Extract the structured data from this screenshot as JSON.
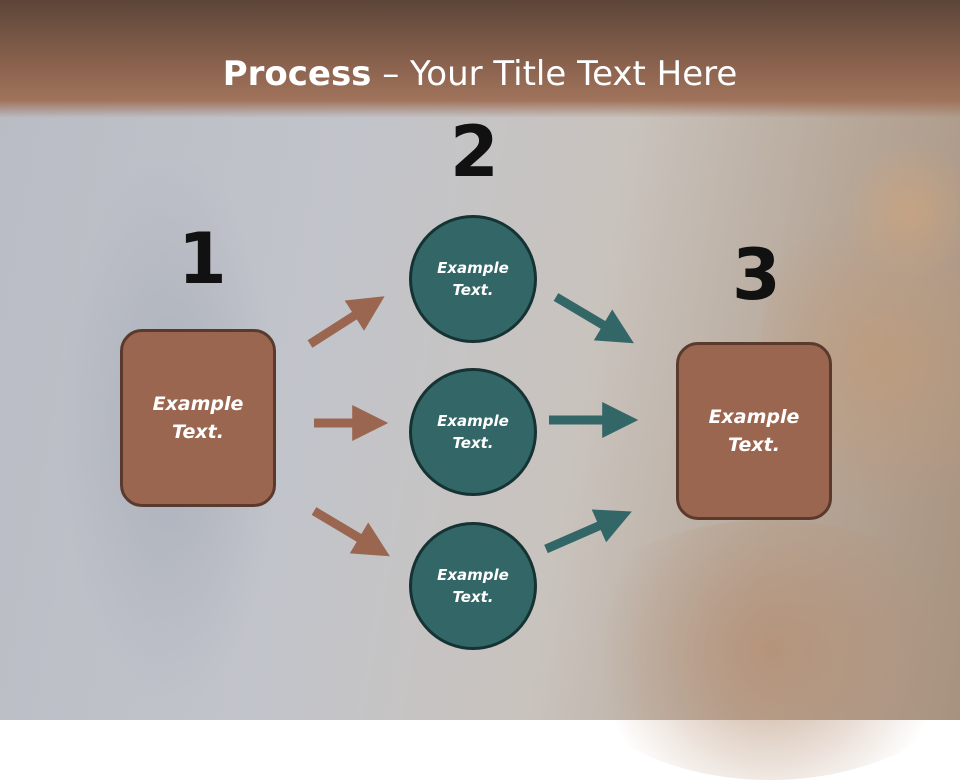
{
  "title": {
    "bold": "Process",
    "rest": " – Your Title Text Here"
  },
  "steps": {
    "one": {
      "number": "1",
      "text": "Example\nText."
    },
    "two": {
      "number": "2",
      "items": [
        "Example\nText.",
        "Example\nText.",
        "Example\nText."
      ]
    },
    "three": {
      "number": "3",
      "text": "Example\nText."
    }
  },
  "colors": {
    "brown_fill": "#9b6650",
    "brown_border": "#5a3a2c",
    "teal_fill": "#336666",
    "teal_border": "#163333",
    "brown_arrow": "#9b6650",
    "teal_arrow": "#336666"
  },
  "icons": [
    "arrow-right-icon"
  ]
}
